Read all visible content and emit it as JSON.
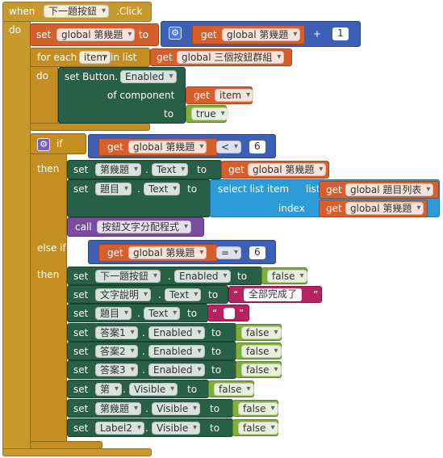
{
  "event": {
    "when": "when",
    "component": "下一題按鈕",
    "event": ".Click",
    "do": "do"
  },
  "stmt_set_global": {
    "set": "set",
    "var": "global 第幾題",
    "to": "to",
    "get": "get",
    "get_var": "global 第幾題",
    "op": "+",
    "num": "1"
  },
  "foreach": {
    "label": "for each",
    "item": "item",
    "in_list": "in list",
    "get": "get",
    "list_var": "global 三個按鈕群組",
    "do": "do"
  },
  "setgeneric": {
    "set": "set Button.",
    "prop": "Enabled",
    "of_component": "of component",
    "get": "get",
    "comp_var": "item",
    "to": "to",
    "value": "true"
  },
  "if1": {
    "if": "if",
    "get": "get",
    "var": "global 第幾題",
    "op": "<",
    "num": "6",
    "then": "then"
  },
  "then1": {
    "row1": {
      "set": "set",
      "comp": "第幾題",
      "prop": "Text",
      "to": "to",
      "get": "get",
      "var": "global 第幾題"
    },
    "row2": {
      "set": "set",
      "comp": "題目",
      "prop": "Text",
      "to": "to",
      "select": "select list item",
      "list": "list",
      "get1": "get",
      "list_var": "global 題目列表",
      "index": "index",
      "get2": "get",
      "index_var": "global 第幾題"
    },
    "row3": {
      "call": "call",
      "proc": "按鈕文字分配程式"
    }
  },
  "elseif": {
    "label": "else if",
    "get": "get",
    "var": "global 第幾題",
    "op": "=",
    "num": "6",
    "then": "then"
  },
  "then2": [
    {
      "set": "set",
      "comp": "下一題按鈕",
      "prop": "Enabled",
      "to": "to",
      "value": "false",
      "kind": "bool"
    },
    {
      "set": "set",
      "comp": "文字說明",
      "prop": "Text",
      "to": "to",
      "value": "全部完成了",
      "kind": "text"
    },
    {
      "set": "set",
      "comp": "題目",
      "prop": "Text",
      "to": "to",
      "value": "",
      "kind": "text"
    },
    {
      "set": "set",
      "comp": "答案1",
      "prop": "Enabled",
      "to": "to",
      "value": "false",
      "kind": "bool"
    },
    {
      "set": "set",
      "comp": "答案2",
      "prop": "Enabled",
      "to": "to",
      "value": "false",
      "kind": "bool"
    },
    {
      "set": "set",
      "comp": "答案3",
      "prop": "Enabled",
      "to": "to",
      "value": "false",
      "kind": "bool"
    },
    {
      "set": "set",
      "comp": "第",
      "prop": "Visible",
      "to": "to",
      "value": "false",
      "kind": "bool"
    },
    {
      "set": "set",
      "comp": "第幾題",
      "prop": "Visible",
      "to": "to",
      "value": "false",
      "kind": "bool"
    },
    {
      "set": "set",
      "comp": "Label2",
      "prop": "Visible",
      "to": "to",
      "value": "false",
      "kind": "bool"
    }
  ],
  "icons": {
    "gear": "gear-icon",
    "dropdown": "chevron-down-icon"
  },
  "colors": {
    "event": "#c79a2f",
    "control": "#c48f22",
    "variable": "#d65f2c",
    "math": "#3d5fb5",
    "list": "#2c9bd8",
    "component": "#285f47",
    "logic": "#7fae3d",
    "text": "#b5245f",
    "procedure": "#7b4aa3"
  }
}
